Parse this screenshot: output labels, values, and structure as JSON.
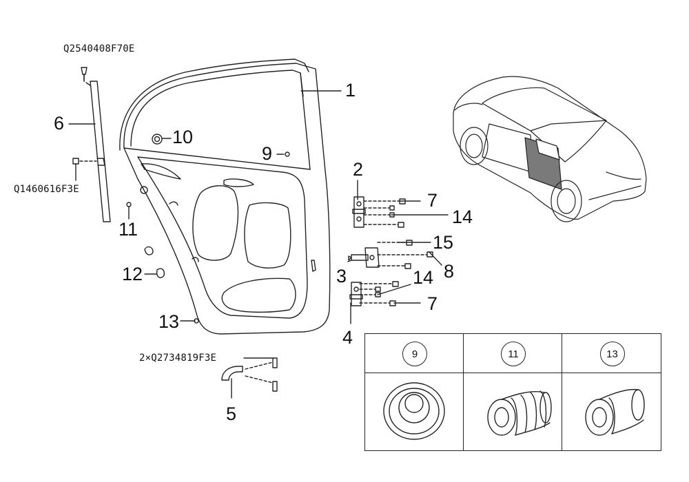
{
  "callouts": {
    "p1": "1",
    "p2": "2",
    "p3": "3",
    "p4": "4",
    "p5": "5",
    "p6": "6",
    "p7a": "7",
    "p7b": "7",
    "p8": "8",
    "p9": "9",
    "p10": "10",
    "p11": "11",
    "p12": "12",
    "p13": "13",
    "p14a": "14",
    "p14b": "14",
    "p15": "15"
  },
  "part_codes": {
    "top_clip": "Q2540408F70E",
    "side_screw": "Q1460616F3E",
    "bottom_screws": "2×Q2734819F3E"
  },
  "detail_table": {
    "headers": [
      "9",
      "11",
      "13"
    ],
    "items": [
      "plug-9-icon",
      "grommet-11-icon",
      "grommet-13-icon"
    ]
  },
  "icons": [
    "door-panel-drawing",
    "car-overview-drawing",
    "hinge-icon",
    "check-strap-icon",
    "screw-icon"
  ]
}
